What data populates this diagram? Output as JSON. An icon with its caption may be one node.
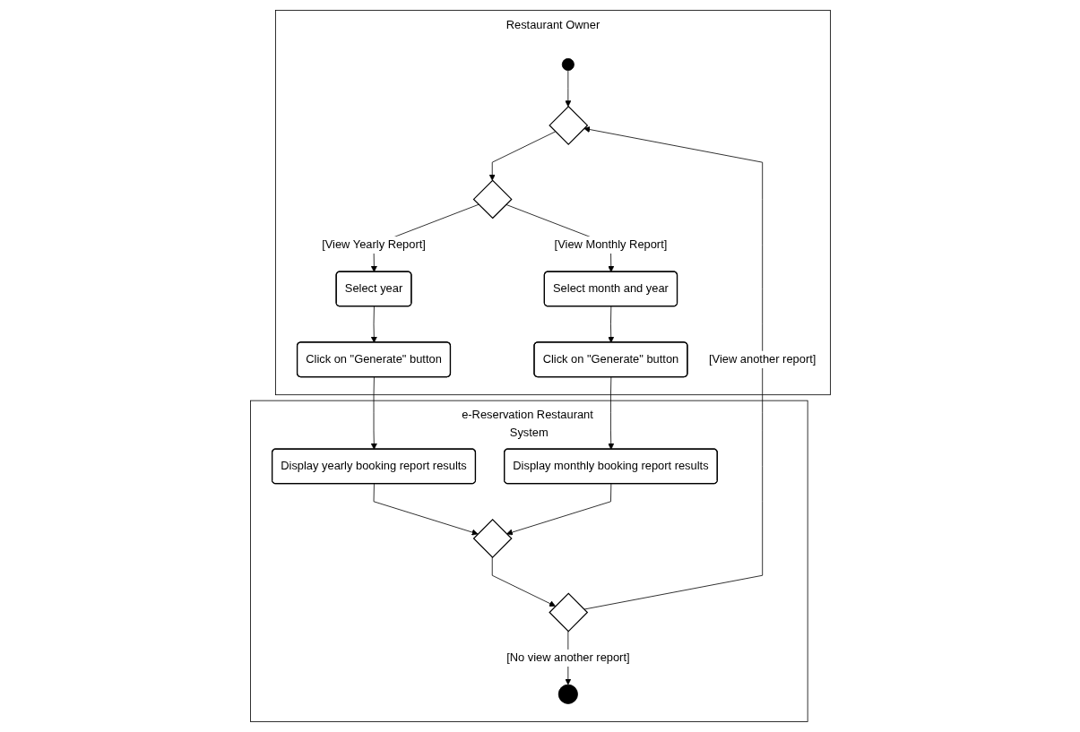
{
  "diagram": {
    "nodes": [
      {
        "text": [
          "e-Reservation Restaurant System"
        ]
      },
      {
        "text": [
          "Restaurant Owner"
        ]
      },
      {
        "text": [
          "Display yearly booking report results"
        ],
        "in": 0
      },
      {
        "text": [],
        "shape": "circle",
        "in": 0
      },
      {
        "text": [],
        "shape": "diamond",
        "in": 0
      },
      {
        "text": [],
        "shape": "diamond",
        "in": 0
      },
      {
        "text": [
          "Display monthly booking report results"
        ],
        "in": 0
      },
      {
        "text": [
          "Click on \"Generate\" button"
        ],
        "in": 1
      },
      {
        "text": [
          "Select year"
        ],
        "in": 1
      },
      {
        "text": [],
        "shape": "circle",
        "in": 1
      },
      {
        "text": [],
        "shape": "diamond",
        "in": 1
      },
      {
        "text": [],
        "shape": "diamond",
        "in": 1
      },
      {
        "text": [
          "Select month and year"
        ],
        "in": 1
      },
      {
        "text": [
          "Click on \"Generate\" button"
        ],
        "in": 1
      }
    ],
    "edges": [
      {
        "from": 9,
        "to": 11,
        "arrow": "to"
      },
      {
        "from": 11,
        "to": 10,
        "arrow": "to"
      },
      {
        "from": 10,
        "to": 8,
        "arrow": "to",
        "label": "[View Yearly Report]"
      },
      {
        "from": 8,
        "to": 7,
        "arrow": "to"
      },
      {
        "from": 7,
        "to": 2,
        "arrow": "to"
      },
      {
        "from": 2,
        "to": 5,
        "arrow": "to"
      },
      {
        "from": 10,
        "to": 12,
        "arrow": "to",
        "label": "[View Monthly Report]"
      },
      {
        "from": 12,
        "to": 13,
        "arrow": "to"
      },
      {
        "from": 13,
        "to": 6,
        "arrow": "to"
      },
      {
        "from": 6,
        "to": 5,
        "arrow": "to"
      },
      {
        "from": 5,
        "to": 4,
        "arrow": "to"
      },
      {
        "from": 4,
        "to": 3,
        "arrow": "to",
        "label": "[No view another report]"
      },
      {
        "from": 4,
        "to": 11,
        "arrow": "to",
        "label": "[View another report]"
      }
    ]
  }
}
